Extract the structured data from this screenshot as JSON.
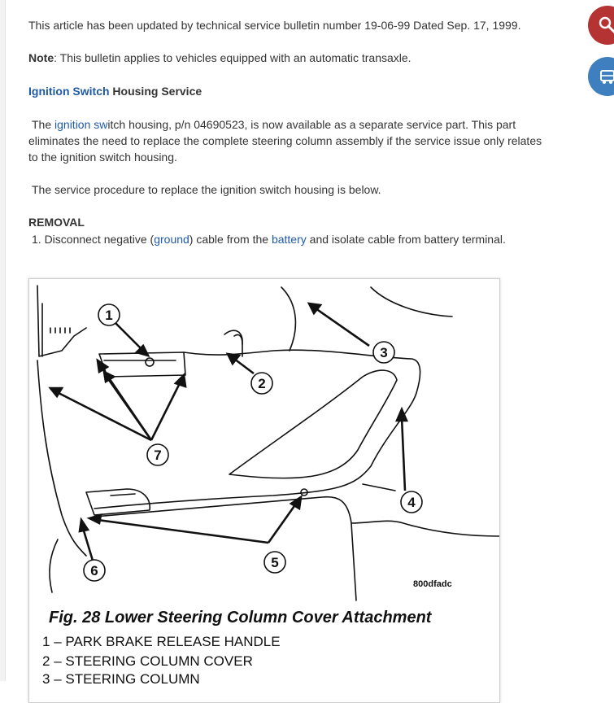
{
  "bulletin": "This article has been updated by technical service bulletin number 19-06-99 Dated Sep. 17, 1999.",
  "note": {
    "label": "Note",
    "text": ": This bulletin applies to vehicles equipped with an automatic transaxle."
  },
  "heading": {
    "link": "Ignition Switch",
    "rest": " Housing Service"
  },
  "para1": {
    "prefix": "The ",
    "link": "ignition sw",
    "line1_rest": "itch housing, p/n 04690523, is now available as a separate service part. This part",
    "line2": "eliminates the need to replace the complete steering column assembly if the service issue only relates",
    "line3": "to the ignition switch housing."
  },
  "para2": "The service procedure to replace the ignition switch housing is below.",
  "removal": {
    "title": "REMOVAL",
    "step_prefix": "1. Disconnect negative (",
    "link_ground": "ground",
    "step_mid": ") cable from the ",
    "link_battery": "battery",
    "step_end": " and isolate cable from battery terminal."
  },
  "figure": {
    "code": "800dfadc",
    "caption": "Fig. 28 Lower Steering Column Cover Attachment",
    "callouts": [
      "1",
      "2",
      "3",
      "4",
      "5",
      "6",
      "7"
    ],
    "legend": [
      {
        "num": "1",
        "text": "PARK BRAKE RELEASE HANDLE"
      },
      {
        "num": "2",
        "text": "STEERING COLUMN COVER"
      },
      {
        "num": "3",
        "text": "STEERING COLUMN"
      }
    ]
  },
  "colors": {
    "link": "#1f5aa6",
    "fab_top": "#b63334",
    "fab_bottom": "#3e7fc0"
  },
  "icons": {
    "fab_top": "wrench-icon",
    "fab_bottom": "car-icon"
  }
}
